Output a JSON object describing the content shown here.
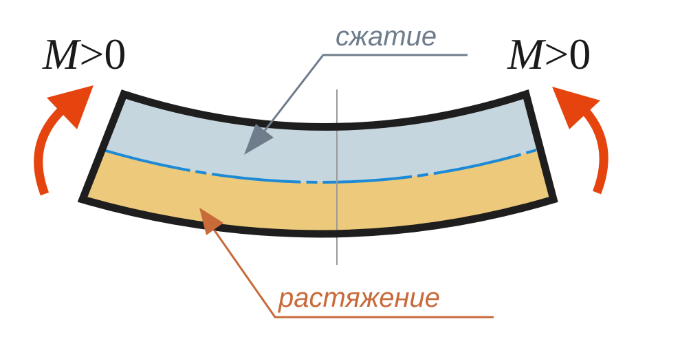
{
  "moment_left": {
    "symbol": "M",
    "relation": ">0"
  },
  "moment_right": {
    "symbol": "M",
    "relation": ">0"
  },
  "compression_label": "сжатие",
  "tension_label": "растяжение",
  "colors": {
    "compression_zone": "#c6d6de",
    "tension_zone": "#ecc97b",
    "beam_outline": "#1e1e1e",
    "neutral_axis": "#1c8ad6",
    "arrows": "#e5440e",
    "compression_text": "#6e7c8c",
    "tension_text": "#c86a3a",
    "symmetry_line": "#9a9a9a"
  },
  "icons": [
    "moment-arrow-left-icon",
    "moment-arrow-right-icon"
  ]
}
